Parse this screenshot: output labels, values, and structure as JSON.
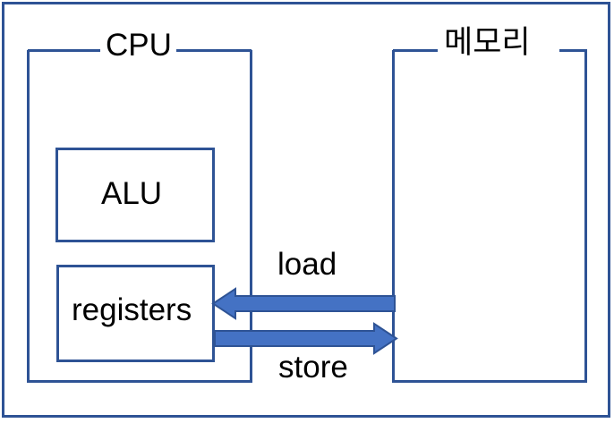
{
  "diagram": {
    "title_cpu": "CPU",
    "title_memory": "메모리",
    "blocks": {
      "alu": "ALU",
      "registers": "registers"
    },
    "arrows": [
      {
        "name": "load",
        "label": "load",
        "direction": "memory-to-registers"
      },
      {
        "name": "store",
        "label": "store",
        "direction": "registers-to-memory"
      }
    ],
    "colors": {
      "frame_stroke": "#2e5395",
      "box_stroke": "#2e5395",
      "arrow_fill": "#4472c4",
      "arrow_stroke": "#2e5395",
      "text": "#000000",
      "background": "#ffffff"
    }
  }
}
